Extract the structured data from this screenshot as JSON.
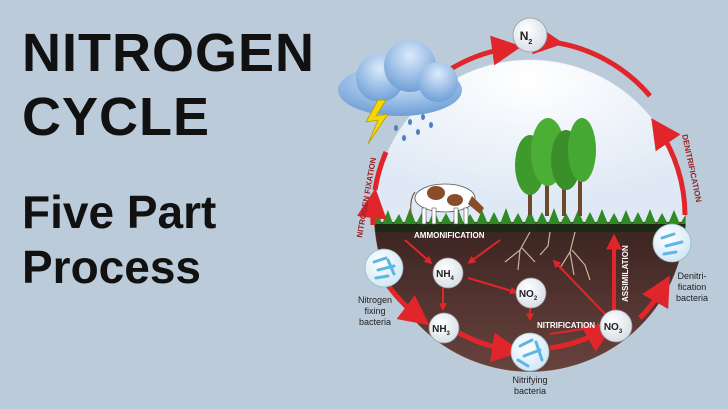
{
  "title": {
    "line1": "NITROGEN",
    "line2": "CYCLE"
  },
  "subtitle": {
    "line1": "Five Part",
    "line2": "Process"
  },
  "nodes": {
    "n2": {
      "main": "N",
      "sub": "2"
    },
    "nh4": {
      "main": "NH",
      "sub": "4"
    },
    "no2": {
      "main": "NO",
      "sub": "2"
    },
    "nh3": {
      "main": "NH",
      "sub": "3"
    },
    "no3": {
      "main": "NO",
      "sub": "3"
    }
  },
  "process_labels": {
    "fixation": "NITROGEN FIXATION",
    "denitrification": "DENITRIFICATION",
    "ammonification": "AMMONIFICATION",
    "nitrification": "NITRIFICATION",
    "assimilation": "ASSIMILATION"
  },
  "bacteria": {
    "fixing": [
      "Nitrogen",
      "fixing",
      "bacteria"
    ],
    "nitrifying": [
      "Nitrifying",
      "bacteria"
    ],
    "denitrification": [
      "Denitri-",
      "fication",
      "bacteria"
    ]
  },
  "colors": {
    "arrow": "#e0262b",
    "label": "#9b1f24",
    "soil": "#4a2a26",
    "background": "#bccbd9"
  }
}
